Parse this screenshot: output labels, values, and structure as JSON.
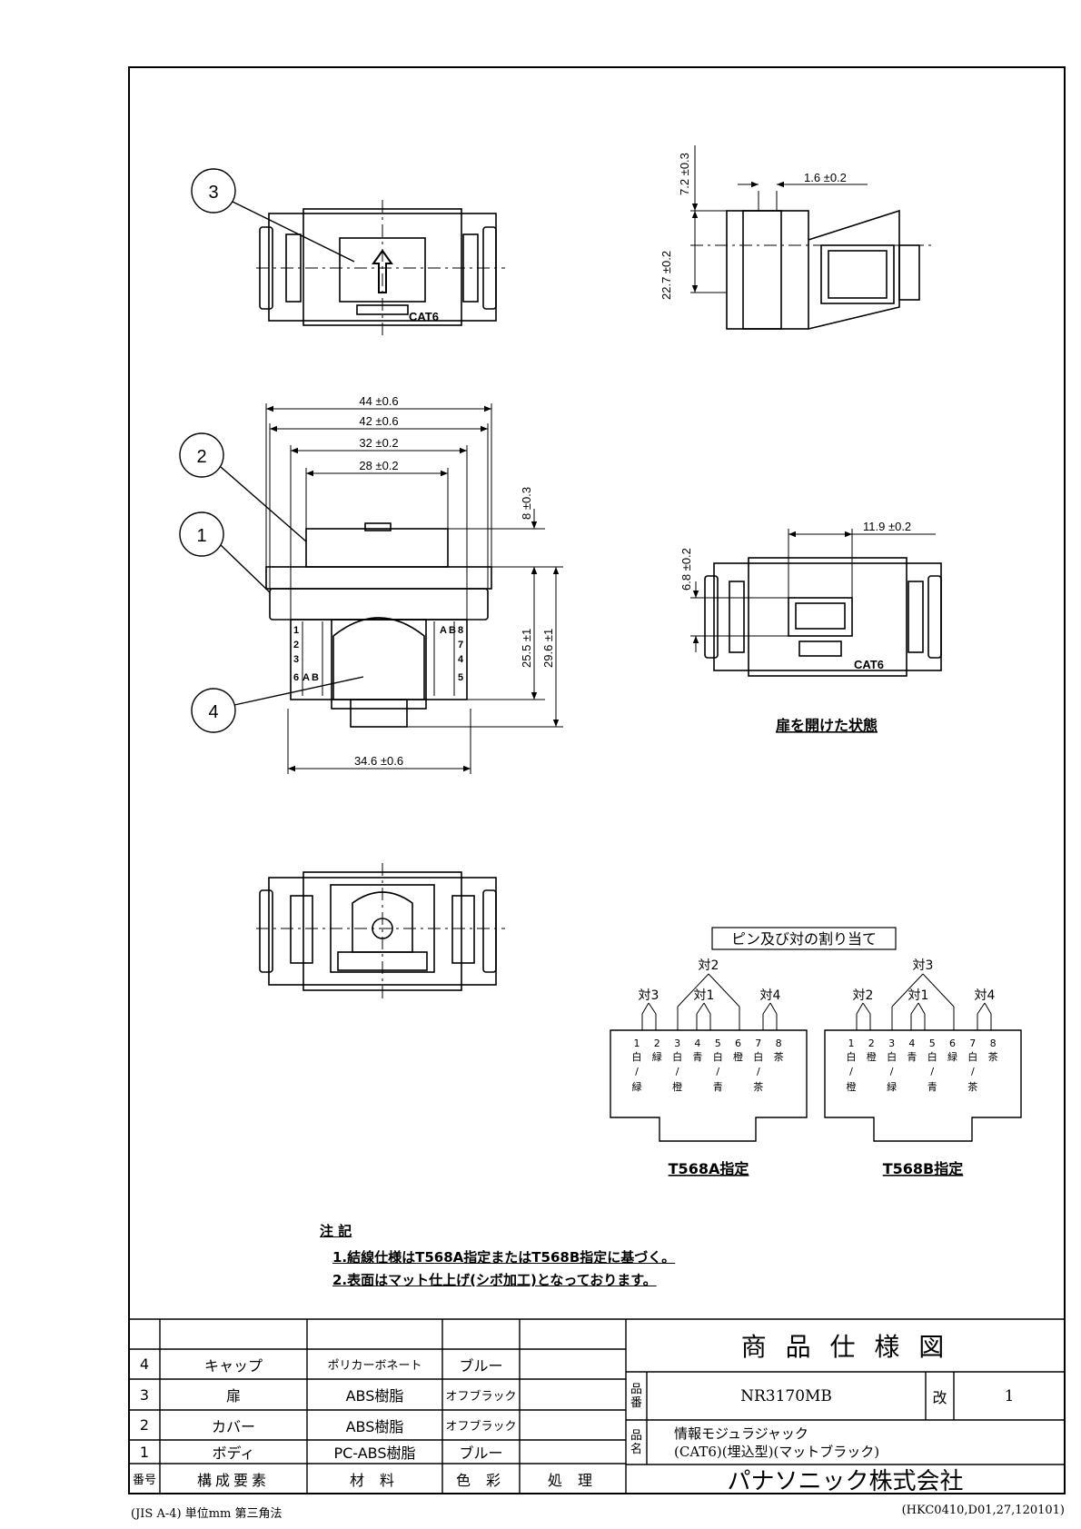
{
  "views": {
    "callouts": [
      "1",
      "2",
      "3",
      "4"
    ],
    "cat_label": "CAT6",
    "side_dims": {
      "height_top": "7.2 ±0.3",
      "depth": "1.6 ±0.2",
      "height_main": "22.7 ±0.2"
    },
    "front_dims": {
      "w44": "44 ±0.6",
      "w42": "42 ±0.6",
      "w32": "32 ±0.2",
      "w28": "28 ±0.2",
      "h8": "8 ±0.3",
      "h25": "25.5 ±1",
      "h29": "29.6 ±1",
      "w34": "34.6 ±0.6"
    },
    "front_pins_left": [
      "1",
      "2",
      "3",
      "6",
      "A",
      "B"
    ],
    "front_pins_right": [
      "A",
      "B",
      "8",
      "7",
      "4",
      "5"
    ],
    "open_dims": {
      "w119": "11.9 ±0.2",
      "h68": "6.8 ±0.2"
    },
    "open_caption": "扉を開けた状態"
  },
  "pin_assignment": {
    "title": "ピン及び対の割り当て",
    "t568a": {
      "caption": "T568A指定",
      "pairs": {
        "top": "対2",
        "left": "対3",
        "mid": "対1",
        "right": "対4"
      },
      "pins": [
        "1",
        "2",
        "3",
        "4",
        "5",
        "6",
        "7",
        "8"
      ],
      "colors": [
        "白",
        "緑",
        "白",
        "青",
        "白",
        "橙",
        "白",
        "茶"
      ],
      "stripes": [
        "緑",
        "",
        "橙",
        "",
        "青",
        "",
        "茶",
        ""
      ]
    },
    "t568b": {
      "caption": "T568B指定",
      "pairs": {
        "top": "対3",
        "left": "対2",
        "mid": "対1",
        "right": "対4"
      },
      "pins": [
        "1",
        "2",
        "3",
        "4",
        "5",
        "6",
        "7",
        "8"
      ],
      "colors": [
        "白",
        "橙",
        "白",
        "青",
        "白",
        "緑",
        "白",
        "茶"
      ],
      "stripes": [
        "橙",
        "",
        "緑",
        "",
        "青",
        "",
        "茶",
        ""
      ]
    }
  },
  "notes": {
    "heading": "注 記",
    "line1": "1.結線仕様はT568A指定またはT568B指定に基づく。",
    "line2": "2.表面はマット仕上げ(シボ加工)となっております。"
  },
  "parts_table": {
    "rows": [
      {
        "no": "4",
        "name": "キャップ",
        "material": "ポリカーボネート",
        "color": "ブルー",
        "finish": ""
      },
      {
        "no": "3",
        "name": "扉",
        "material": "ABS樹脂",
        "color": "オフブラック",
        "finish": ""
      },
      {
        "no": "2",
        "name": "カバー",
        "material": "ABS樹脂",
        "color": "オフブラック",
        "finish": ""
      },
      {
        "no": "1",
        "name": "ボディ",
        "material": "PC-ABS樹脂",
        "color": "ブルー",
        "finish": ""
      }
    ],
    "header": {
      "no": "番号",
      "name": "構成要素",
      "material": "材 料",
      "color": "色 彩",
      "finish": "処 理"
    }
  },
  "title_block": {
    "title": "商 品 仕 様 図",
    "hinban_label": "品番",
    "hinban": "NR3170MB",
    "kai_label": "改",
    "kai": "1",
    "hinmei_label": "品名",
    "hinmei_1": "情報モジュラジャック",
    "hinmei_2": "(CAT6)(埋込型)(マットブラック)",
    "company": "パナソニック株式会社"
  },
  "footer": {
    "left": "(JIS A-4) 単位mm 第三角法",
    "right": "(HKC0410,D01,27,120101)"
  }
}
